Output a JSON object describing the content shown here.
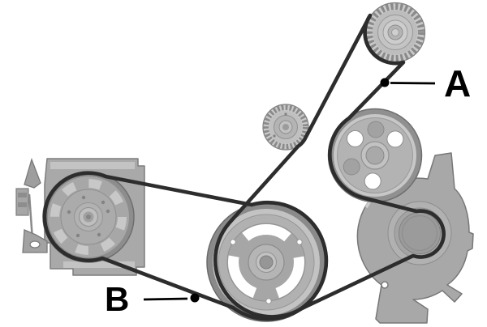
{
  "diagram": {
    "type": "serpentine-belt-routing-diagram",
    "background": "#ffffff"
  },
  "colors": {
    "belt": "#2d2d2d",
    "label": "#000000",
    "metal_light": "#c7c7c7",
    "metal_mid": "#a8a8a8",
    "metal_dark": "#6f6f6f"
  },
  "callouts": {
    "a": {
      "label": "A"
    },
    "b": {
      "label": "B"
    }
  },
  "components": [
    {
      "name": "idler-pulley"
    },
    {
      "name": "tensioner-pulley"
    },
    {
      "name": "power-steering-pump-pulley"
    },
    {
      "name": "ac-compressor"
    },
    {
      "name": "crankshaft-pulley"
    },
    {
      "name": "engine-front-cover"
    },
    {
      "name": "drive-belt-a"
    },
    {
      "name": "drive-belt-b"
    }
  ]
}
